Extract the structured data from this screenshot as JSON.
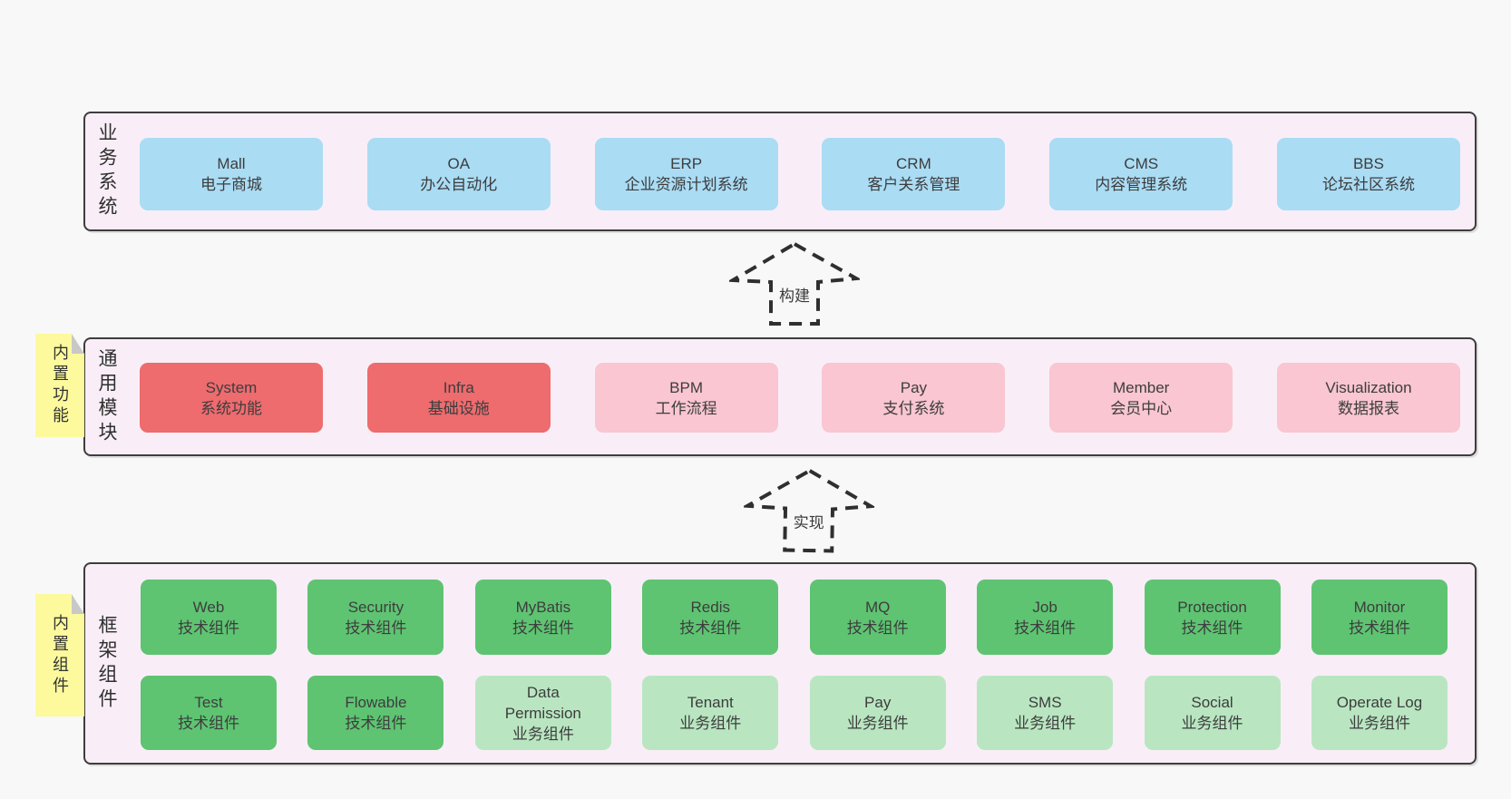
{
  "colors": {
    "page_bg": "#f8f8f8",
    "panel_bg": "#f9eef7",
    "panel_border": "#3d3d3d",
    "text": "#3d3d3d",
    "blue": "#aadcf4",
    "red": "#ee6b6e",
    "pink": "#f9c6d1",
    "green": "#5ec472",
    "green_light": "#b9e6c1",
    "sticky_yellow": "#fcfa9d",
    "fold_gray": "#c8c8c8",
    "arrow": "#2f2f2f"
  },
  "panels": {
    "business": {
      "label": "业务系统",
      "boxes": [
        {
          "name": "Mall",
          "desc": "电子商城",
          "variant": "blue"
        },
        {
          "name": "OA",
          "desc": "办公自动化",
          "variant": "blue"
        },
        {
          "name": "ERP",
          "desc": "企业资源计划系统",
          "variant": "blue"
        },
        {
          "name": "CRM",
          "desc": "客户关系管理",
          "variant": "blue"
        },
        {
          "name": "CMS",
          "desc": "内容管理系统",
          "variant": "blue"
        },
        {
          "name": "BBS",
          "desc": "论坛社区系统",
          "variant": "blue"
        }
      ]
    },
    "modules": {
      "label": "通用模块",
      "sticky": "内置功能",
      "boxes": [
        {
          "name": "System",
          "desc": "系统功能",
          "variant": "red"
        },
        {
          "name": "Infra",
          "desc": "基础设施",
          "variant": "red"
        },
        {
          "name": "BPM",
          "desc": "工作流程",
          "variant": "pink"
        },
        {
          "name": "Pay",
          "desc": "支付系统",
          "variant": "pink"
        },
        {
          "name": "Member",
          "desc": "会员中心",
          "variant": "pink"
        },
        {
          "name": "Visualization",
          "desc": "数据报表",
          "variant": "pink"
        }
      ]
    },
    "components": {
      "label": "框架组件",
      "sticky": "内置组件",
      "row1": [
        {
          "name": "Web",
          "desc": "技术组件",
          "variant": "green"
        },
        {
          "name": "Security",
          "desc": "技术组件",
          "variant": "green"
        },
        {
          "name": "MyBatis",
          "desc": "技术组件",
          "variant": "green"
        },
        {
          "name": "Redis",
          "desc": "技术组件",
          "variant": "green"
        },
        {
          "name": "MQ",
          "desc": "技术组件",
          "variant": "green"
        },
        {
          "name": "Job",
          "desc": "技术组件",
          "variant": "green"
        },
        {
          "name": "Protection",
          "desc": "技术组件",
          "variant": "green"
        },
        {
          "name": "Monitor",
          "desc": "技术组件",
          "variant": "green"
        }
      ],
      "row2": [
        {
          "name": "Test",
          "desc": "技术组件",
          "variant": "green"
        },
        {
          "name": "Flowable",
          "desc": "技术组件",
          "variant": "green"
        },
        {
          "name": "Data Permission",
          "desc": "业务组件",
          "variant": "green-light"
        },
        {
          "name": "Tenant",
          "desc": "业务组件",
          "variant": "green-light"
        },
        {
          "name": "Pay",
          "desc": "业务组件",
          "variant": "green-light"
        },
        {
          "name": "SMS",
          "desc": "业务组件",
          "variant": "green-light"
        },
        {
          "name": "Social",
          "desc": "业务组件",
          "variant": "green-light"
        },
        {
          "name": "Operate Log",
          "desc": "业务组件",
          "variant": "green-light"
        }
      ]
    }
  },
  "arrows": [
    {
      "label": "构建"
    },
    {
      "label": "实现"
    }
  ]
}
